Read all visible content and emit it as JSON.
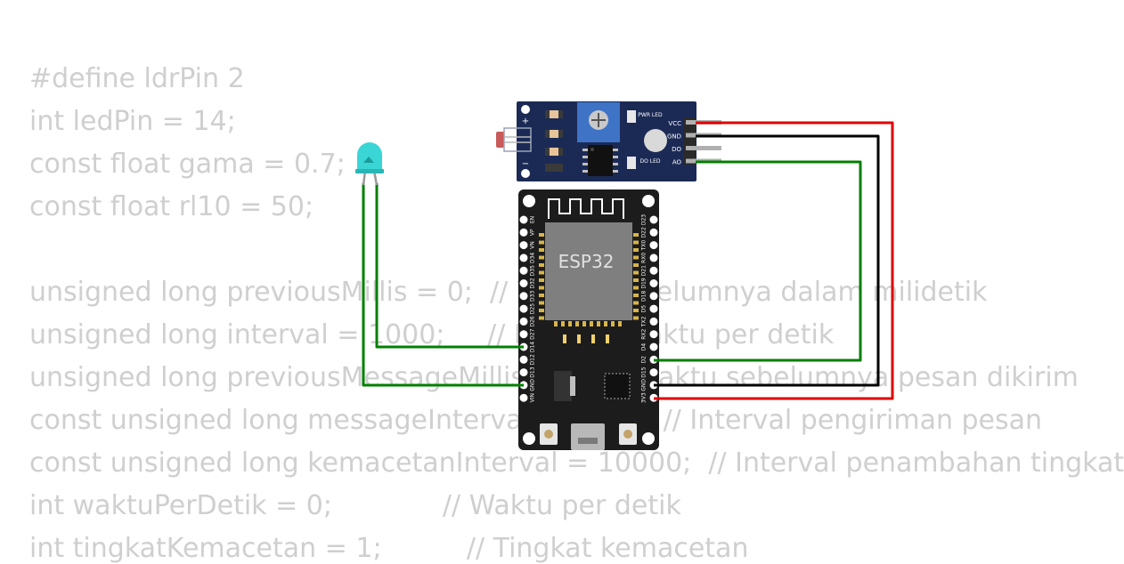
{
  "code_lines": [
    "#define ldrPin 2",
    "int ledPin = 14;",
    "const float gama = 0.7;",
    "const float rl10 = 50;",
    "",
    "unsigned long previousMillis = 0;  // Waktu sebelumnya dalam milidetik",
    "unsigned long interval = 1000;     // Interval waktu per detik",
    "unsigned long previousMessageMillis = 0;  // Waktu sebelumnya pesan dikirim",
    "const unsigned long messageInterval = 5000;  // Interval pengiriman pesan",
    "const unsigned long kemacetanInterval = 10000;  // Interval penambahan tingkat",
    "int waktuPerDetik = 0;             // Waktu per detik",
    "int tingkatKemacetan = 1;          // Tingkat kemacetan"
  ],
  "ldr_module": {
    "pins": [
      "VCC",
      "GND",
      "DO",
      "AO"
    ],
    "leds": [
      "PWR LED",
      "DO LED"
    ],
    "marks": [
      "+",
      "−"
    ]
  },
  "esp32": {
    "chip_label": "ESP32",
    "left_pins": [
      "EN",
      "VP",
      "VN",
      "D34",
      "D35",
      "D32",
      "D33",
      "D25",
      "D26",
      "D27",
      "D14",
      "D12",
      "D13",
      "GND",
      "VIN"
    ],
    "right_pins": [
      "D23",
      "D22",
      "TX0",
      "RX0",
      "D21",
      "D19",
      "D18",
      "D5",
      "TX2",
      "RX2",
      "D4",
      "D2",
      "D15",
      "GND",
      "3V3"
    ]
  },
  "colors": {
    "code_text": "#cfcfcf",
    "board": "#1c1c1c",
    "module": "#1b2a55",
    "chip": "#7f7f7f",
    "wire_red": "#e00000",
    "wire_black": "#000000",
    "wire_green": "#008000",
    "led": "#3ad6d6"
  }
}
